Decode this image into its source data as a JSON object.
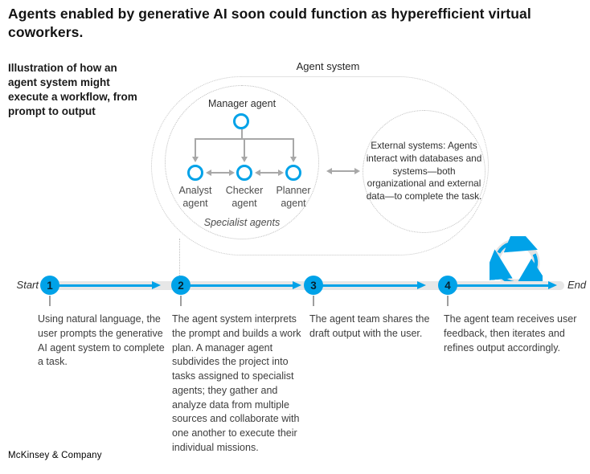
{
  "title": "Agents enabled by generative AI soon could function as hyperefficient virtual coworkers.",
  "subtitle": "Illustration of how an agent system might execute a workflow, from prompt to output",
  "agent_system": {
    "label": "Agent system",
    "manager_label": "Manager agent",
    "specialists": [
      "Analyst agent",
      "Checker agent",
      "Planner agent"
    ],
    "specialists_caption": "Specialist agents",
    "external_text": "External systems: Agents interact with databases and systems—both organizational and external data—to complete the task."
  },
  "timeline": {
    "start_label": "Start",
    "end_label": "End",
    "steps": [
      {
        "number": "1",
        "text": "Using natural language, the user prompts the generative AI agent system to complete a task."
      },
      {
        "number": "2",
        "text": "The agent system interprets the prompt and builds a work plan. A manager agent subdivides the project into tasks assigned to specialist agents; they gather and analyze data from multiple sources and collaborate with one another to execute their individual missions."
      },
      {
        "number": "3",
        "text": "The agent team shares the draft output with the user."
      },
      {
        "number": "4",
        "text": "The agent team receives user feedback, then iterates and refines output accordingly."
      }
    ]
  },
  "icons": {
    "iteration_loop": "circular-arrows-cycle"
  },
  "footer": {
    "brand": "McKinsey & Company"
  },
  "colors": {
    "accent_blue": "#00a2e8",
    "dark": "#0b1722",
    "gray_line": "#a8a8a8",
    "band_gray": "#e7e7e7",
    "dot_gray": "#bdbdbd"
  }
}
